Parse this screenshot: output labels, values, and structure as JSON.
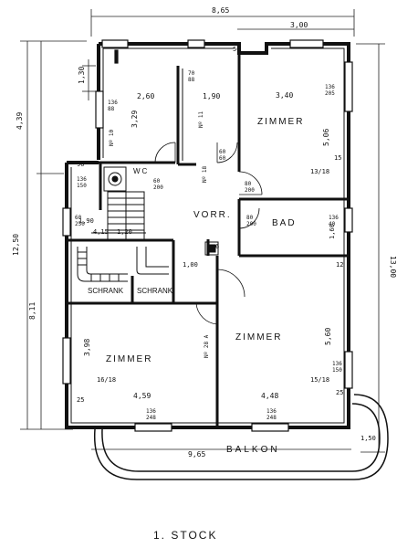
{
  "title": "1. STOCK",
  "rooms": {
    "zimmer_top": "ZIMMER",
    "bad": "BAD",
    "vorr": "VORR.",
    "zimmer_bottom_right": "ZIMMER",
    "zimmer_bottom_left": "ZIMMER",
    "balkon": "BALKON",
    "wc": "WC",
    "schrank1": "SCHRANK",
    "schrank2": "SCHRANK"
  },
  "dims": {
    "total_width": "8,65",
    "balcony_width": "3,00",
    "left_top": "4,39",
    "left_total": "12,50",
    "left_bottom": "8,11",
    "right_total": "13,00",
    "d_130": "1,30",
    "d_050": "50",
    "d_260": "2,60",
    "d_190": "1,90",
    "d_340": "3,40",
    "d_329": "3,29",
    "d_506": "5,06",
    "d_560": "5,60",
    "d_398": "3,98",
    "d_459": "4,59",
    "d_448": "4,48",
    "d_965": "9,65",
    "d_150": "1,50",
    "d_160": "1,60",
    "d_100": "1,00",
    "d_090": "90",
    "d_415": "4,15",
    "d_120": "1,20",
    "d_190b": "1,90",
    "d_25a": "25",
    "d_25b": "25",
    "d_12": "12",
    "d_15": "15",
    "d_6": "6"
  },
  "openings": {
    "w1": "136\n88",
    "w2": "70\n88",
    "w3": "136\n205",
    "w4": "60\n250",
    "w5": "80\n200",
    "w6": "80\n200",
    "w7": "60\n200",
    "w8": "136\n150",
    "w9": "136\n248",
    "w10": "136\n248",
    "w11": "136\n40",
    "w12": "60\n60",
    "w13": "136\n150"
  },
  "areas": {
    "a1": "13/18",
    "a2": "15/18",
    "a3": "16/18"
  },
  "codes": {
    "c1": "Nº 10",
    "c2": "Nº 18",
    "c3": "Nº 11",
    "c4": "Nº 28 A"
  }
}
